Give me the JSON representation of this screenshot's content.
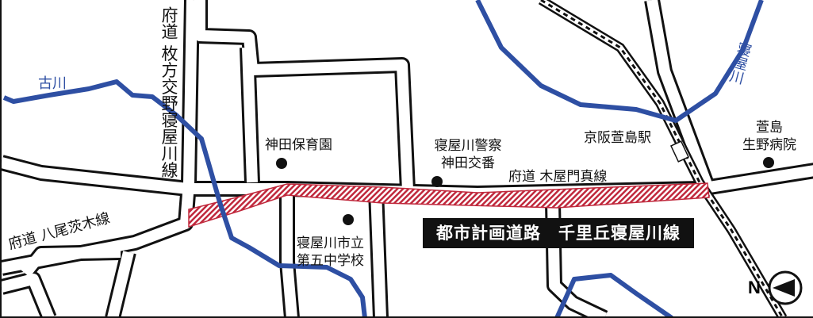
{
  "map": {
    "roads": {
      "hirakata_katano": "府道 枚方交野寝屋川線",
      "yao_ibaraki": "府道 八尾茨木線",
      "kiya_kadoma": "府道 木屋門真線"
    },
    "rivers": {
      "furukawa": "古川",
      "neyagawa": "寝屋川"
    },
    "places": {
      "nursery": "神田保育園",
      "police_line1": "寝屋川警察",
      "police_line2": "神田交番",
      "station": "京阪萱島駅",
      "hospital_line1": "萱島",
      "hospital_line2": "生野病院",
      "school_line1": "寝屋川市立",
      "school_line2": "第五中学校"
    },
    "project_label": "都市計画道路　千里丘寝屋川線",
    "compass_label": "N",
    "colors": {
      "river": "#2e4fa3",
      "planned_road": "#c0283c",
      "road": "#111111"
    }
  }
}
